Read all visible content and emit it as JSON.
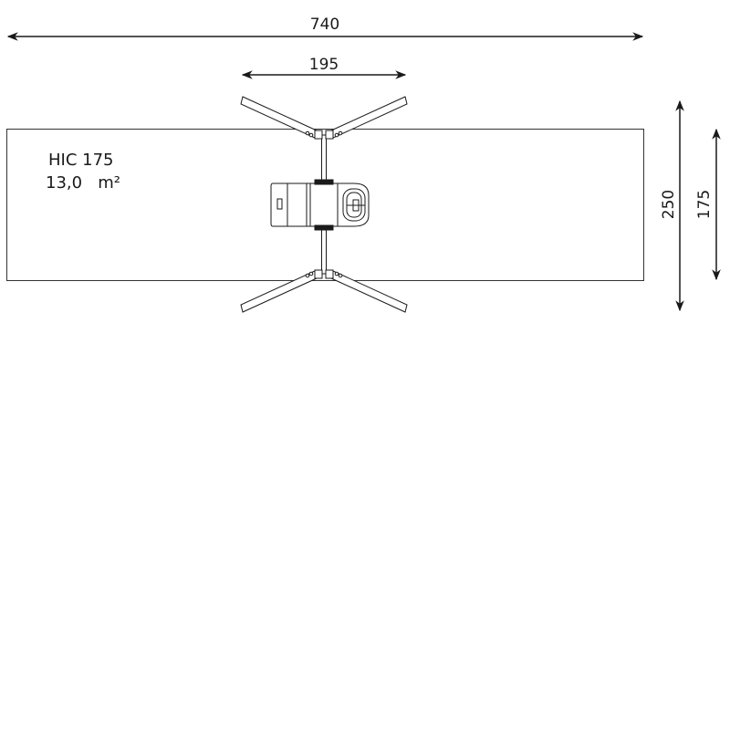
{
  "dimensions": {
    "total_width": "740",
    "equipment_width": "195",
    "total_depth": "250",
    "equipment_depth": "175"
  },
  "label": {
    "model": "HIC 175",
    "area": "13,0   m²"
  },
  "colors": {
    "line": "#1a1a1a",
    "background": "#ffffff"
  }
}
